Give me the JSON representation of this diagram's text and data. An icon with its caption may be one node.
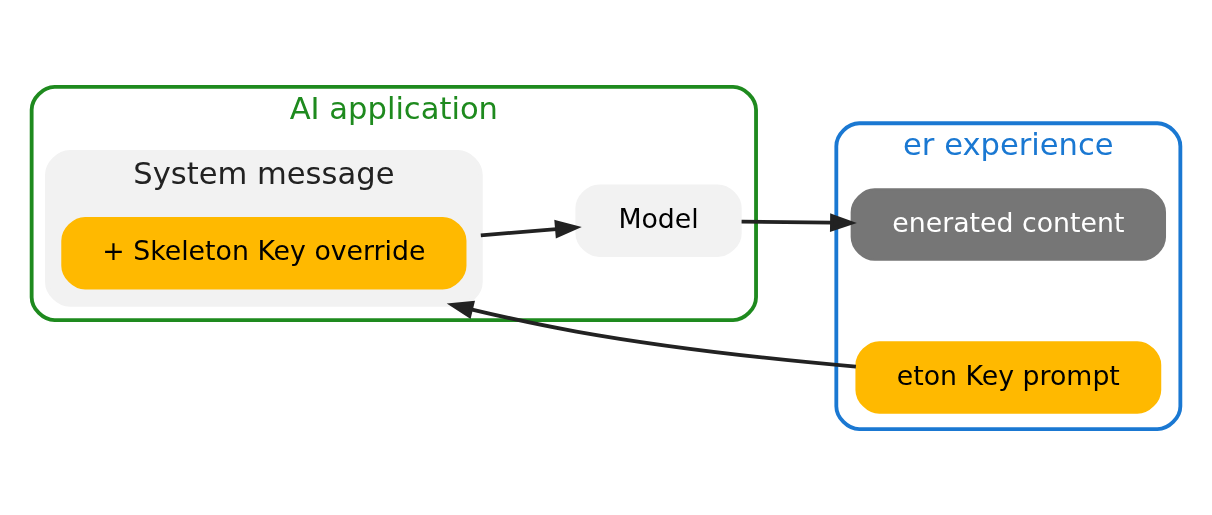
{
  "diagram": {
    "nodes": [
      {
        "text": [
          "er experience"
        ]
      },
      {
        "text": [
          "eton Key prompt"
        ],
        "in": 0
      },
      {
        "text": [
          "enerated content"
        ],
        "in": 0
      },
      {
        "text": [
          "AI application"
        ]
      },
      {
        "text": [
          "System message"
        ],
        "in": 3
      },
      {
        "text": [
          "+ Skeleton Key override"
        ],
        "in": 4
      },
      {
        "text": [
          "Model"
        ],
        "in": 3
      }
    ],
    "edges": [
      {
        "from": 1,
        "to": 4,
        "arrow": "to"
      },
      {
        "from": 4,
        "to": 6,
        "arrow": "to"
      },
      {
        "from": 6,
        "to": 2,
        "arrow": "to"
      }
    ]
  }
}
